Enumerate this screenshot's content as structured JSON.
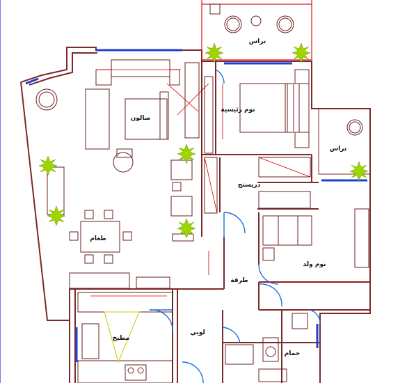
{
  "rooms": {
    "terrace_top": "تراس",
    "terrace_right": "تراس",
    "master_bedroom": "نوم رئيسية",
    "salon": "صالون",
    "dressing": "دريسنج",
    "dining": "طعام",
    "kids_bedroom": "نوم ولد",
    "corridor": "طرقة",
    "lobby": "لوبي",
    "kitchen": "مطبخ",
    "bathroom": "حمام"
  },
  "colors": {
    "wall": "#7a2a2a",
    "window": "#1d3fd6",
    "door": "#1d6fe0",
    "dimension": "#d10000",
    "plant": "#9ed400",
    "kitchen_triangle": "#c8c800"
  }
}
